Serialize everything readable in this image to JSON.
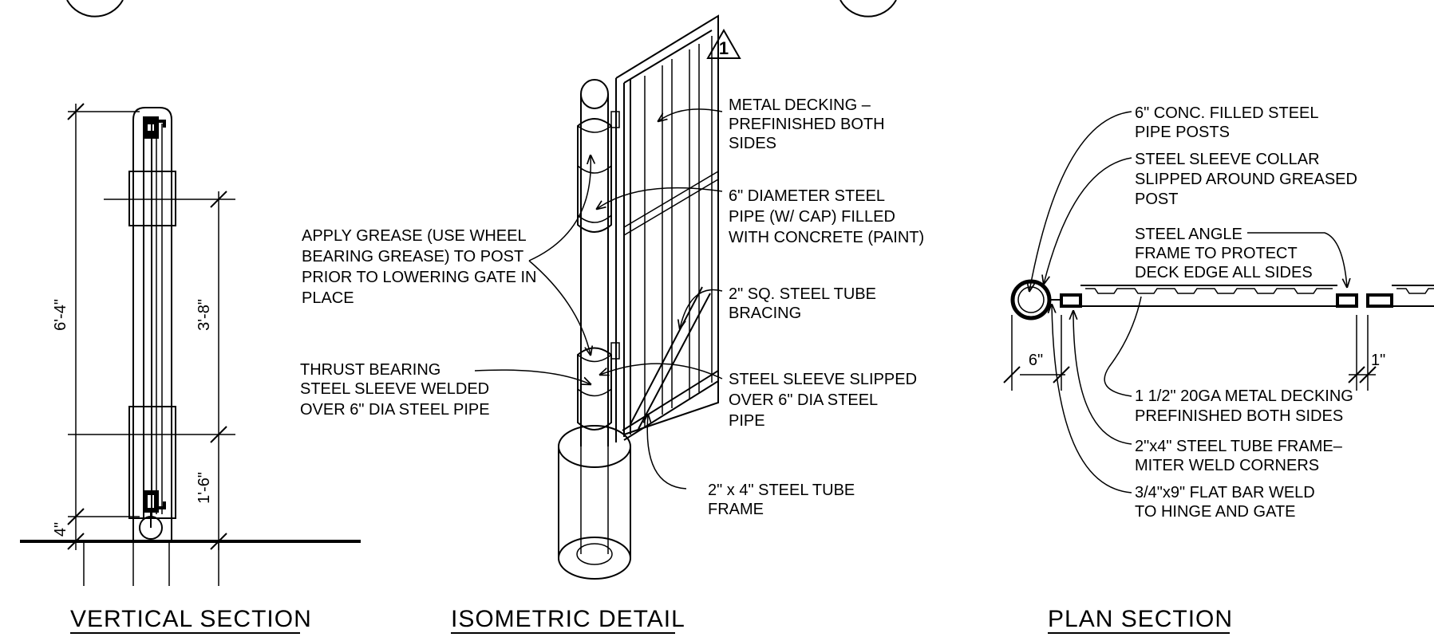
{
  "titles": {
    "vertical": "VERTICAL SECTION",
    "isometric": "ISOMETRIC DETAIL",
    "plan": "PLAN SECTION"
  },
  "vertical": {
    "dim_overall": "6'-4\"",
    "dim_upper": "3'-8\"",
    "dim_lower": "1'-6\"",
    "dim_bottom": "4\""
  },
  "isometric": {
    "revision_tag": "1",
    "notes": {
      "decking": [
        "METAL DECKING –",
        "PREFINISHED BOTH",
        "SIDES"
      ],
      "pipe": [
        "6\" DIAMETER STEEL",
        "PIPE (W/ CAP) FILLED",
        "WITH CONCRETE (PAINT)"
      ],
      "grease": [
        "APPLY GREASE (USE WHEEL",
        "BEARING GREASE) TO POST",
        "PRIOR TO LOWERING GATE IN",
        "PLACE"
      ],
      "bracing": [
        "2\" SQ. STEEL TUBE",
        "BRACING"
      ],
      "thrust": [
        "THRUST BEARING",
        "STEEL SLEEVE WELDED",
        "OVER 6\" DIA STEEL PIPE"
      ],
      "sleeve": [
        "STEEL SLEEVE SLIPPED",
        "OVER 6\" DIA STEEL",
        "PIPE"
      ],
      "frame": [
        "2\" x 4\" STEEL TUBE",
        "FRAME"
      ]
    }
  },
  "plan": {
    "notes": {
      "posts": [
        "6\" CONC. FILLED STEEL",
        "PIPE POSTS"
      ],
      "collar": [
        "STEEL SLEEVE COLLAR",
        "SLIPPED AROUND GREASED",
        "POST"
      ],
      "angle": [
        "STEEL ANGLE",
        "FRAME TO PROTECT",
        "DECK EDGE ALL SIDES"
      ],
      "decking": [
        "1 1/2\" 20GA METAL DECKING",
        "PREFINISHED BOTH SIDES"
      ],
      "tube": [
        "2\"x4\" STEEL TUBE FRAME–",
        "MITER WELD CORNERS"
      ],
      "flatbar": [
        "3/4\"x9\" FLAT BAR WELD",
        "TO HINGE AND GATE"
      ]
    },
    "dim_post": "6\"",
    "dim_gap": "1\""
  }
}
